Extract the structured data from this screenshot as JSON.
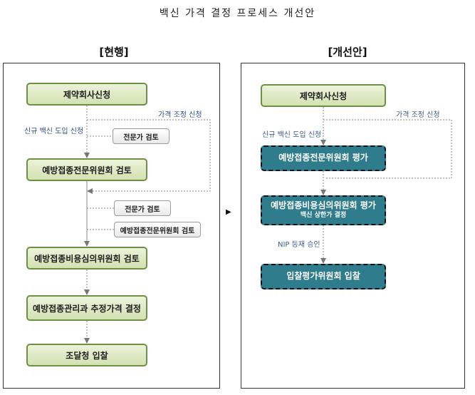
{
  "title": "백신 가격 결정 프로세스 개선안",
  "current": {
    "header": "[현행]",
    "nodes": {
      "applicant": "제약회사신청",
      "expert_review_1": "전문가 검토",
      "committee_review": "예방접종전문위원회 검토",
      "expert_review_2": "전문가 검토",
      "committee_review_2": "예방접종전문위원회 검토",
      "cost_committee": "예방접종비용심의위원회 검토",
      "estimated_price": "예방접종관리과 추정가격 결정",
      "procurement": "조달청 입찰"
    },
    "labels": {
      "new_vaccine": "신규 백신 도입 신청",
      "price_adjust": "가격 조정 신청"
    }
  },
  "improved": {
    "header": "[개선안]",
    "nodes": {
      "applicant": "제약회사신청",
      "committee_eval": "예방접종전문위원회 평가",
      "cost_committee_eval": "예방접종비용심의위원회 평가",
      "cost_committee_sub": "백신 상한가 결정",
      "bid_committee": "입찰평가위원회 입찰"
    },
    "labels": {
      "new_vaccine": "신규 백신 도입 신청",
      "price_adjust": "가격 조정 신청",
      "nip": "NIP 등재 승인"
    }
  },
  "between_arrow": "▶"
}
